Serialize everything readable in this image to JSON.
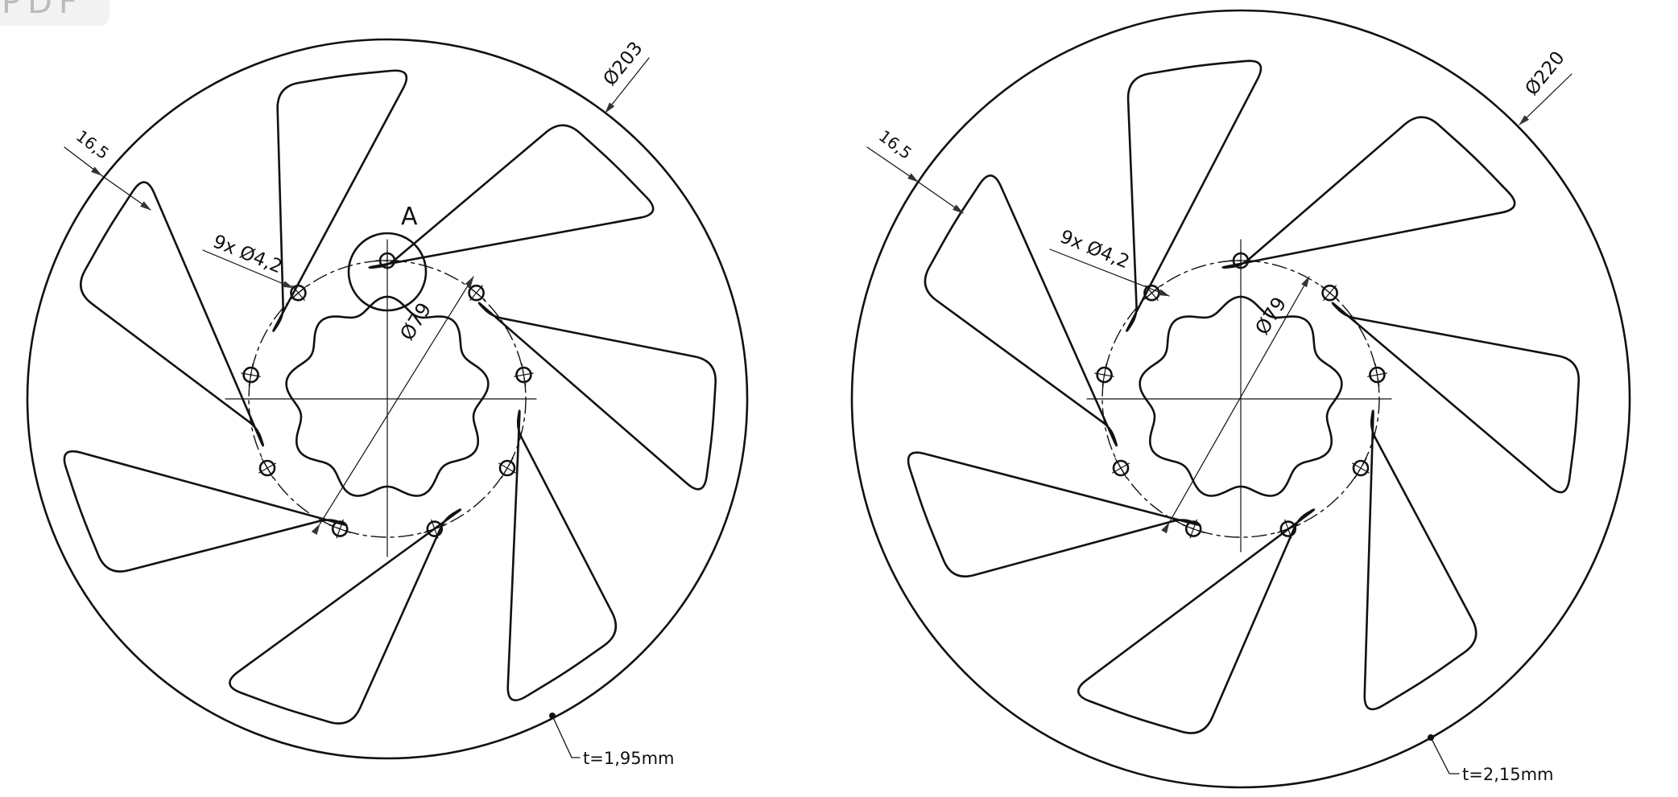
{
  "tab_fragment": "PDF",
  "discs": [
    {
      "outer_diameter_label": "Ø203",
      "band_width_label": "16,5",
      "bolt_holes_label": "9x Ø4,2",
      "bolt_circle_label": "Ø79",
      "detail_label": "A",
      "thickness_label": "t=1,95mm",
      "spoke_count": 7,
      "bolt_hole_count": 9
    },
    {
      "outer_diameter_label": "Ø220",
      "band_width_label": "16,5",
      "bolt_holes_label": "9x Ø4,2",
      "bolt_circle_label": "Ø79",
      "thickness_label": "t=2,15mm",
      "spoke_count": 7,
      "bolt_hole_count": 9
    }
  ]
}
